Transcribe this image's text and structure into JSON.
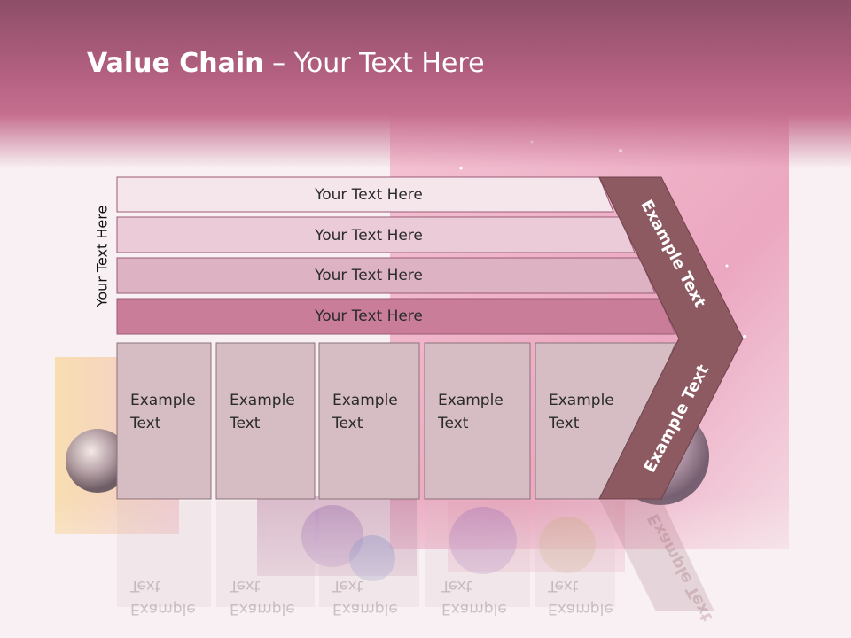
{
  "slide": {
    "title_bold": "Value Chain",
    "title_rest": " – Your Text Here",
    "side_label": "Your Text Here",
    "bars": [
      "Your Text Here",
      "Your Text Here",
      "Your Text Here",
      "Your Text Here"
    ],
    "boxes": [
      {
        "line1": "Example",
        "line2": "Text"
      },
      {
        "line1": "Example",
        "line2": "Text"
      },
      {
        "line1": "Example",
        "line2": "Text"
      },
      {
        "line1": "Example",
        "line2": "Text"
      },
      {
        "line1": "Example",
        "line2": "Text"
      }
    ],
    "chevron_top": "Example Text",
    "chevron_bottom": "Example Text"
  },
  "colors": {
    "header": "#b05e7e",
    "bar1": "#f5e6ec",
    "bar2": "#ebcbd8",
    "bar3": "#ddb2c2",
    "bar4": "#c97d98",
    "box": "#d5bdc3",
    "chevron": "#8e5a62"
  }
}
